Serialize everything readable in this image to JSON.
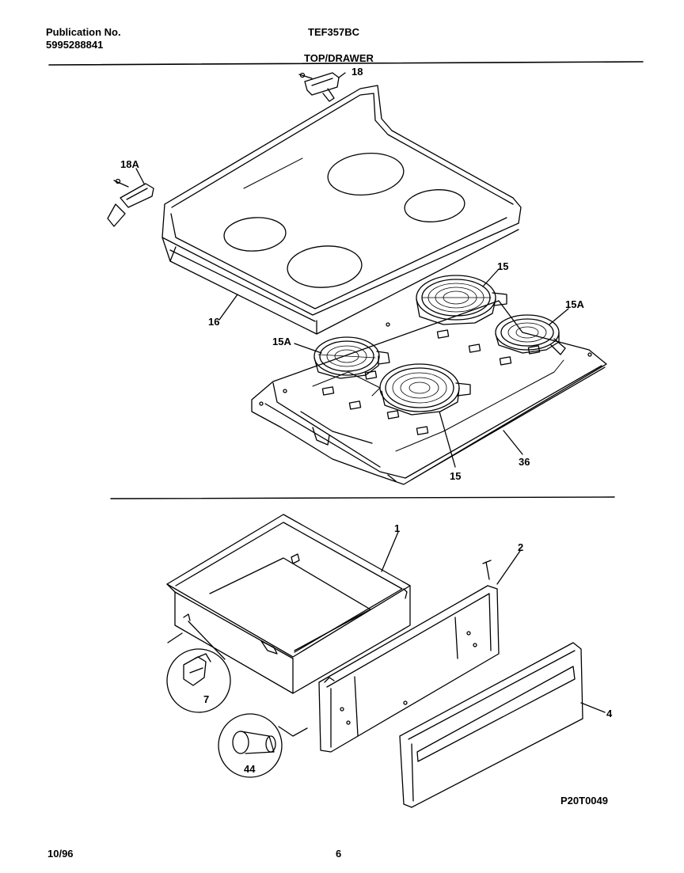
{
  "header": {
    "publication_label": "Publication No.",
    "publication_number": "5995288841",
    "model": "TEF357BC",
    "section_title": "TOP/DRAWER"
  },
  "callouts": {
    "hinge_right": "18",
    "hinge_left": "18A",
    "cooktop": "16",
    "element_large_back": "15",
    "element_small_right": "15A",
    "element_small_left": "15A",
    "element_large_front": "15",
    "element_box": "36",
    "drawer_body": "1",
    "drawer_front_panel": "2",
    "drawer_handle_panel": "4",
    "roller": "7",
    "stop": "44"
  },
  "footer": {
    "illustration_code": "P20T0049",
    "date": "10/96",
    "page": "6"
  }
}
